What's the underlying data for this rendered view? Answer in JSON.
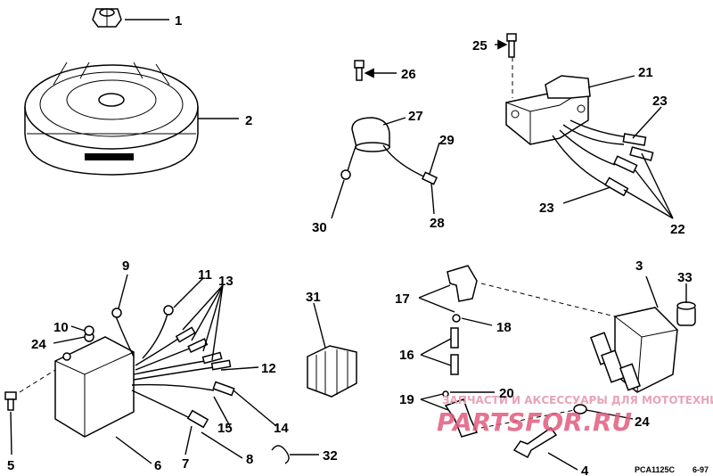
{
  "callouts": [
    "1",
    "2",
    "3",
    "4",
    "5",
    "6",
    "7",
    "8",
    "9",
    "10",
    "11",
    "12",
    "13",
    "14",
    "15",
    "16",
    "17",
    "18",
    "19",
    "20",
    "21",
    "22",
    "23",
    "23",
    "24",
    "24",
    "25",
    "26",
    "27",
    "28",
    "29",
    "30",
    "31",
    "32",
    "33"
  ],
  "drawing_code": "PCA1125C",
  "drawing_date": "6-97",
  "watermark": {
    "top": "ЗАПЧАСТИ И АКСЕССУАРЫ ДЛЯ МОТОТЕХНИКИ",
    "logo": "PARTSFOR.RU"
  }
}
